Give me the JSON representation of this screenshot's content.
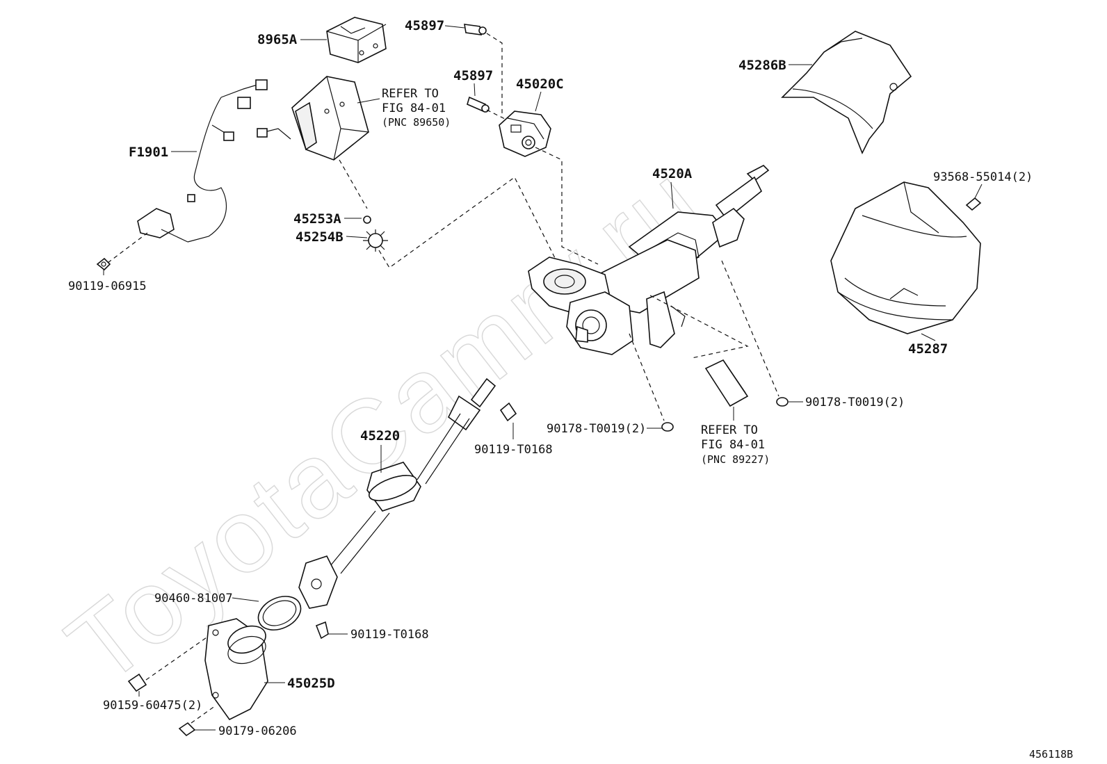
{
  "watermark": "ToyotaCamry.ru",
  "figure_id": "456118B",
  "labels": {
    "p8965A": "8965A",
    "p45897_top": "45897",
    "p45897_mid": "45897",
    "p45020C": "45020C",
    "p45286B": "45286B",
    "refer1_line1": "REFER TO",
    "refer1_line2": "FIG 84-01",
    "refer1_line3": "(PNC 89650)",
    "pF1901": "F1901",
    "p45253A": "45253A",
    "p45254B": "45254B",
    "p4520A": "4520A",
    "p93568": "93568-55014(2)",
    "p90119_06915": "90119-06915",
    "p45287": "45287",
    "p90178_right": "90178-T0019(2)",
    "p90178_mid": "90178-T0019(2)",
    "refer2_line1": "REFER TO",
    "refer2_line2": "FIG 84-01",
    "refer2_line3": "(PNC 89227)",
    "p45220": "45220",
    "p90119_T0168_top": "90119-T0168",
    "p90460": "90460-81007",
    "p90119_T0168_bottom": "90119-T0168",
    "p45025D": "45025D",
    "p90159": "90159-60475(2)",
    "p90179": "90179-06206"
  }
}
